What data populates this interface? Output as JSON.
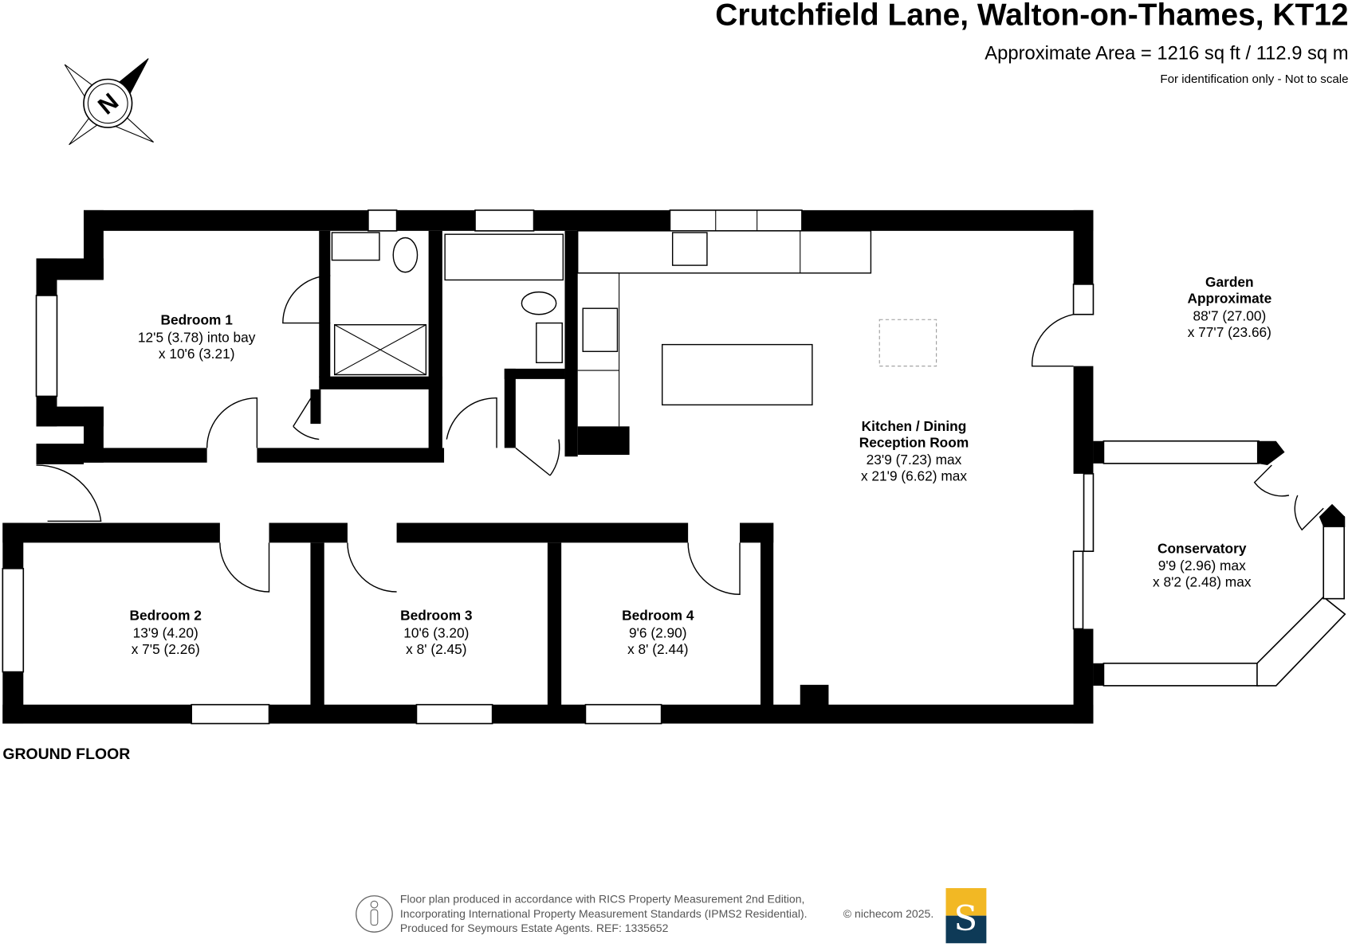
{
  "header": {
    "title": "Crutchfield Lane, Walton-on-Thames, KT12",
    "area": "Approximate Area = 1216 sq ft / 112.9 sq m",
    "disclaimer": "For identification only - Not to scale"
  },
  "compass": {
    "label": "N"
  },
  "rooms": [
    {
      "name": "Bedroom 1",
      "dim1": "12'5 (3.78) into bay",
      "dim2": "x 10'6 (3.21)"
    },
    {
      "name": "Kitchen / Dining",
      "name2": "Reception Room",
      "dim1": "23'9 (7.23) max",
      "dim2": "x 21'9 (6.62) max"
    },
    {
      "name": "Bedroom 2",
      "dim1": "13'9 (4.20)",
      "dim2": "x 7'5 (2.26)"
    },
    {
      "name": "Bedroom 3",
      "dim1": "10'6 (3.20)",
      "dim2": "x 8' (2.45)"
    },
    {
      "name": "Bedroom 4",
      "dim1": "9'6 (2.90)",
      "dim2": "x 8' (2.44)"
    },
    {
      "name": "Conservatory",
      "dim1": "9'9 (2.96) max",
      "dim2": "x 8'2 (2.48) max"
    }
  ],
  "garden": {
    "name": "Garden",
    "name2": "Approximate",
    "dim1": "88'7 (27.00)",
    "dim2": "x 77'7 (23.66)"
  },
  "floor_label": "GROUND FLOOR",
  "footer": {
    "line1": "Floor plan produced in accordance with RICS Property Measurement 2nd Edition,",
    "line2": "Incorporating International Property Measurement Standards (IPMS2 Residential).",
    "line3": "Produced for Seymours Estate Agents.   REF: 1335652",
    "copyright": "© nichecom 2025.",
    "logo_letter": "S",
    "logo_colors": {
      "top": "#f2b824",
      "bottom": "#0e3a57"
    }
  }
}
